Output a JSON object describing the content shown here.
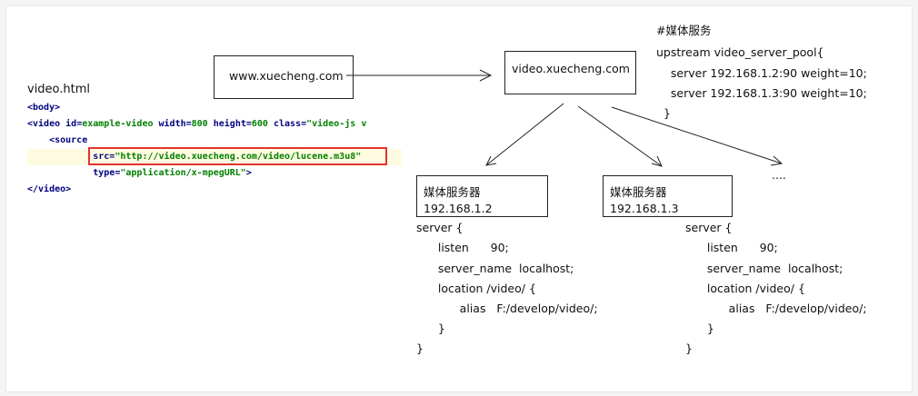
{
  "title": "video.html",
  "code_lines": [
    {
      "parts": [
        {
          "cls": "tag",
          "text": "<body>"
        }
      ]
    },
    {
      "parts": [
        {
          "cls": "tag",
          "text": "<video "
        },
        {
          "cls": "attr",
          "text": "id="
        },
        {
          "cls": "val",
          "text": "example-video "
        },
        {
          "cls": "attr",
          "text": "width="
        },
        {
          "cls": "val",
          "text": "800 "
        },
        {
          "cls": "attr",
          "text": "height="
        },
        {
          "cls": "val",
          "text": "600 "
        },
        {
          "cls": "attr",
          "text": "class="
        },
        {
          "cls": "val",
          "text": "\"video-js v"
        }
      ]
    },
    {
      "parts": [
        {
          "cls": "tag",
          "text": "    <source"
        }
      ]
    },
    {
      "parts": [
        {
          "cls": "tag",
          "text": "            "
        },
        {
          "cls": "attr",
          "text": "src="
        },
        {
          "cls": "val",
          "text": "\"http://video.xuecheng.com/video/lucene.m3u8\""
        }
      ]
    },
    {
      "parts": [
        {
          "cls": "tag",
          "text": "            "
        },
        {
          "cls": "attr",
          "text": "type="
        },
        {
          "cls": "val",
          "text": "\"application/x-mpegURL\""
        },
        {
          "cls": "tag",
          "text": ">"
        }
      ]
    },
    {
      "parts": [
        {
          "cls": "tag",
          "text": "</video>"
        }
      ]
    }
  ],
  "nodes": {
    "www": "www.xuecheng.com",
    "video": "video.xuecheng.com",
    "server1_name": "媒体服务器",
    "server1_ip": "192.168.1.2",
    "server2_name": "媒体服务器",
    "server2_ip": "192.168.1.3",
    "ellipsis": "...."
  },
  "upstream_lines": [
    "#媒体服务",
    "upstream video_server_pool{",
    "    server 192.168.1.2:90 weight=10;",
    "    server 192.168.1.3:90 weight=10;",
    "  }"
  ],
  "server_config_lines": [
    "server {",
    "      listen      90;",
    "      server_name  localhost;",
    "      location /video/ {",
    "            alias   F:/develop/video/;",
    "      }",
    "}"
  ],
  "colors": {
    "highlight_box": "#e0342f",
    "code_tag": "#000080",
    "code_value": "#008000"
  }
}
